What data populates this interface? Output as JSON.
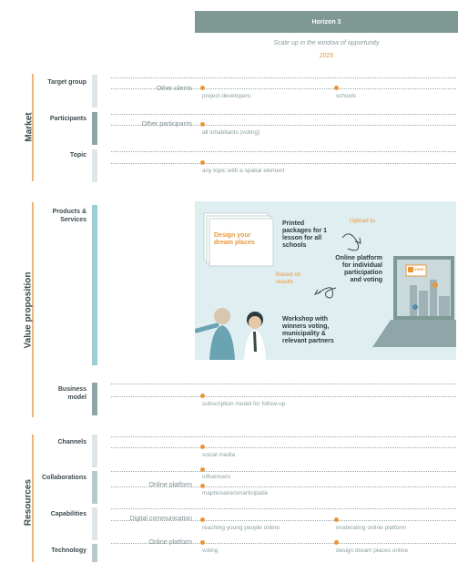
{
  "header": {
    "title": "Horizon 3",
    "subtitle": "Scale up in the window of opportunity",
    "year": "2025"
  },
  "sections": {
    "market": "Market",
    "value_proposition": "Value proposition",
    "resources": "Resources"
  },
  "categories": {
    "target_group": "Target group",
    "participants": "Participants",
    "topic": "Topic",
    "products_services": "Products & Services",
    "business_model": "Business model",
    "channels": "Channels",
    "collaborations": "Collaborations",
    "capabilities": "Capabilities",
    "technology": "Technology"
  },
  "rows": {
    "target_group": {
      "sub": "Other clients",
      "items": [
        "project developers",
        "schools"
      ]
    },
    "participants": {
      "sub": "Other participants",
      "items": [
        "all inhabitants (voting)"
      ]
    },
    "topic": {
      "items": [
        "any topic with a spatial element"
      ]
    },
    "business_model": {
      "items": [
        "subscription model for follow-up"
      ]
    },
    "channels": {
      "items": [
        "social media"
      ]
    },
    "collaborations": {
      "sub": "Online platform",
      "items": [
        "influencers",
        "maptionaire/smarticipatie"
      ]
    },
    "capabilities": {
      "sub": "Digital communication",
      "items": [
        "reaching young people online",
        "moderating online platform"
      ]
    },
    "technology": {
      "sub": "Online platform",
      "items": [
        "voting",
        "design dream places online"
      ]
    }
  },
  "illustration": {
    "card_text": "Design your dream places",
    "printed": "Printed packages for 1 lesson for all schools",
    "upload": "Upload to",
    "online": "Online platform for individual participation and voting",
    "based_on": "Based on results",
    "workshop": "Workshop with winners voting, municipality & relevant partners",
    "vote_badge": "vote!"
  },
  "colors": {
    "accent": "#e8973a",
    "header": "#7e9893",
    "section_bar": "#f2b379",
    "panel": "#dfeef1"
  }
}
